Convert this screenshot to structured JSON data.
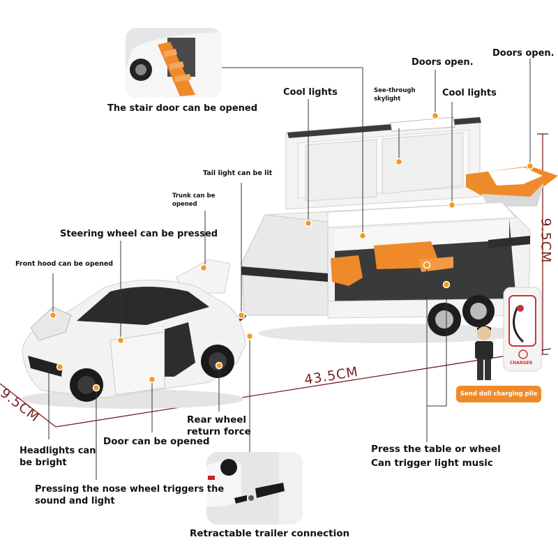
{
  "labels": {
    "stair_door": "The stair door can be opened",
    "cool_lights_left": "Cool lights",
    "see_through_1": "See-through",
    "see_through_2": "skylight",
    "doors_open_1": "Doors open.",
    "doors_open_2": "Doors open.",
    "cool_lights_right": "Cool lights",
    "tail_light": "Tail light can be lit",
    "trunk_1": "Trunk can be",
    "trunk_2": "opened",
    "steering": "Steering wheel can be pressed",
    "front_hood": "Front hood can be opened",
    "headlights_1": "Headlights can",
    "headlights_2": "be bright",
    "door_opened": "Door can be opened",
    "rear_wheel_1": "Rear wheel",
    "rear_wheel_2": "return force",
    "nose_wheel_1": "Pressing the nose wheel triggers the",
    "nose_wheel_2": "sound and light",
    "trailer_connection": "Retractable trailer connection",
    "press_table_1": "Press the table or wheel",
    "press_table_2": "Can trigger light music",
    "send_doll": "Send doll charging pile",
    "charger_text": "CHARGER"
  },
  "dimensions": {
    "length": "43.5CM",
    "width": "9.5CM",
    "height": "9.5CM"
  },
  "colors": {
    "accent_orange": "#ef8a2a",
    "leader_line": "#333333",
    "dimension_line": "#7a1e1e",
    "dot": "#f39a1f"
  }
}
